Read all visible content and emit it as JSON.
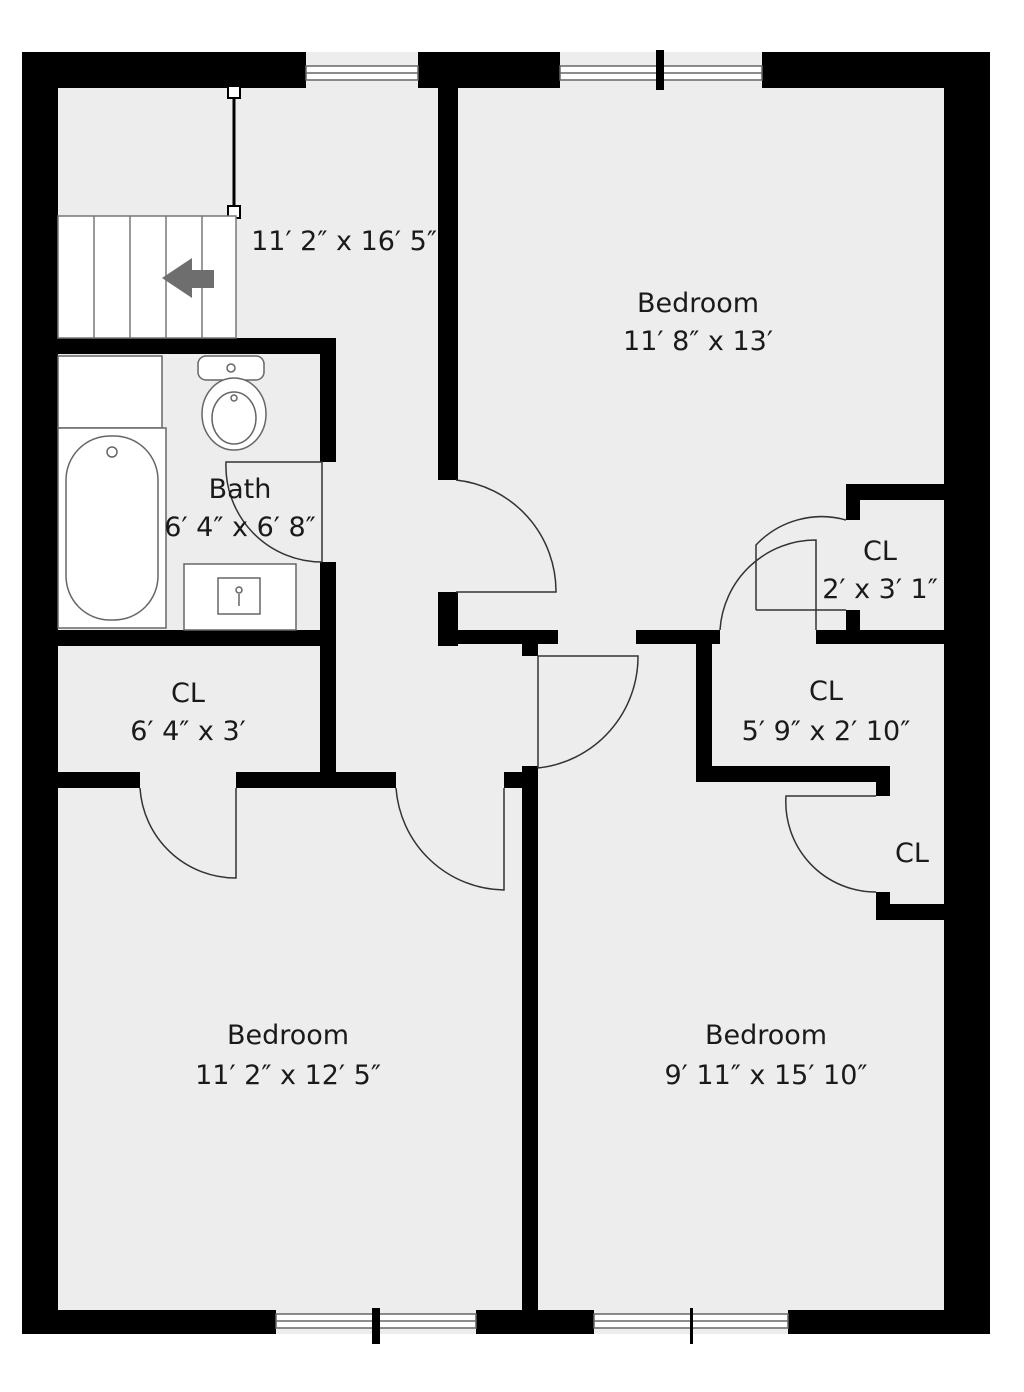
{
  "rooms": {
    "hall": {
      "name": "",
      "dims": "11′ 2″ x 16′ 5″"
    },
    "bedroom_top": {
      "name": "Bedroom",
      "dims": "11′ 8″ x 13′"
    },
    "bath": {
      "name": "Bath",
      "dims": "6′ 4″ x 6′ 8″"
    },
    "closet_small": {
      "name": "CL",
      "dims": "2′ x 3′ 1″"
    },
    "closet_hall": {
      "name": "CL",
      "dims": "6′ 4″ x 3′"
    },
    "closet_mid": {
      "name": "CL",
      "dims": "5′ 9″ x 2′ 10″"
    },
    "closet_right": {
      "name": "CL",
      "dims": ""
    },
    "bedroom_left": {
      "name": "Bedroom",
      "dims": "11′ 2″ x 12′ 5″"
    },
    "bedroom_right": {
      "name": "Bedroom",
      "dims": "9′ 11″ x 15′ 10″"
    }
  },
  "colors": {
    "wall": "#000000",
    "floor": "#ededed",
    "fixture_stroke": "#666666",
    "arrow": "#6e6e6e",
    "background": "#ffffff"
  }
}
